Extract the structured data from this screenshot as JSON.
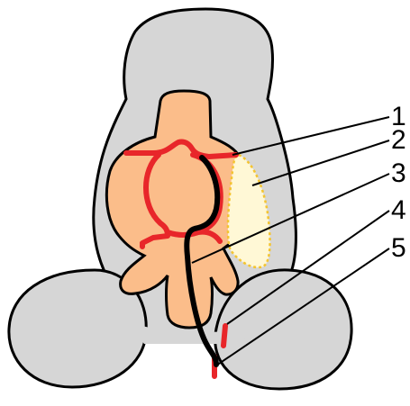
{
  "diagram": {
    "callouts": [
      {
        "id": 1,
        "label": "1"
      },
      {
        "id": 2,
        "label": "2"
      },
      {
        "id": 3,
        "label": "3"
      },
      {
        "id": 4,
        "label": "4"
      },
      {
        "id": 5,
        "label": "5"
      }
    ]
  },
  "colors": {
    "body_fill": "#d6d6d6",
    "outline": "#000000",
    "organ_fill": "#fbbd8a",
    "vessel": "#e8262a",
    "catheter": "#000000",
    "region_fill": "#fff8d6",
    "region_outline": "#f4c430"
  }
}
